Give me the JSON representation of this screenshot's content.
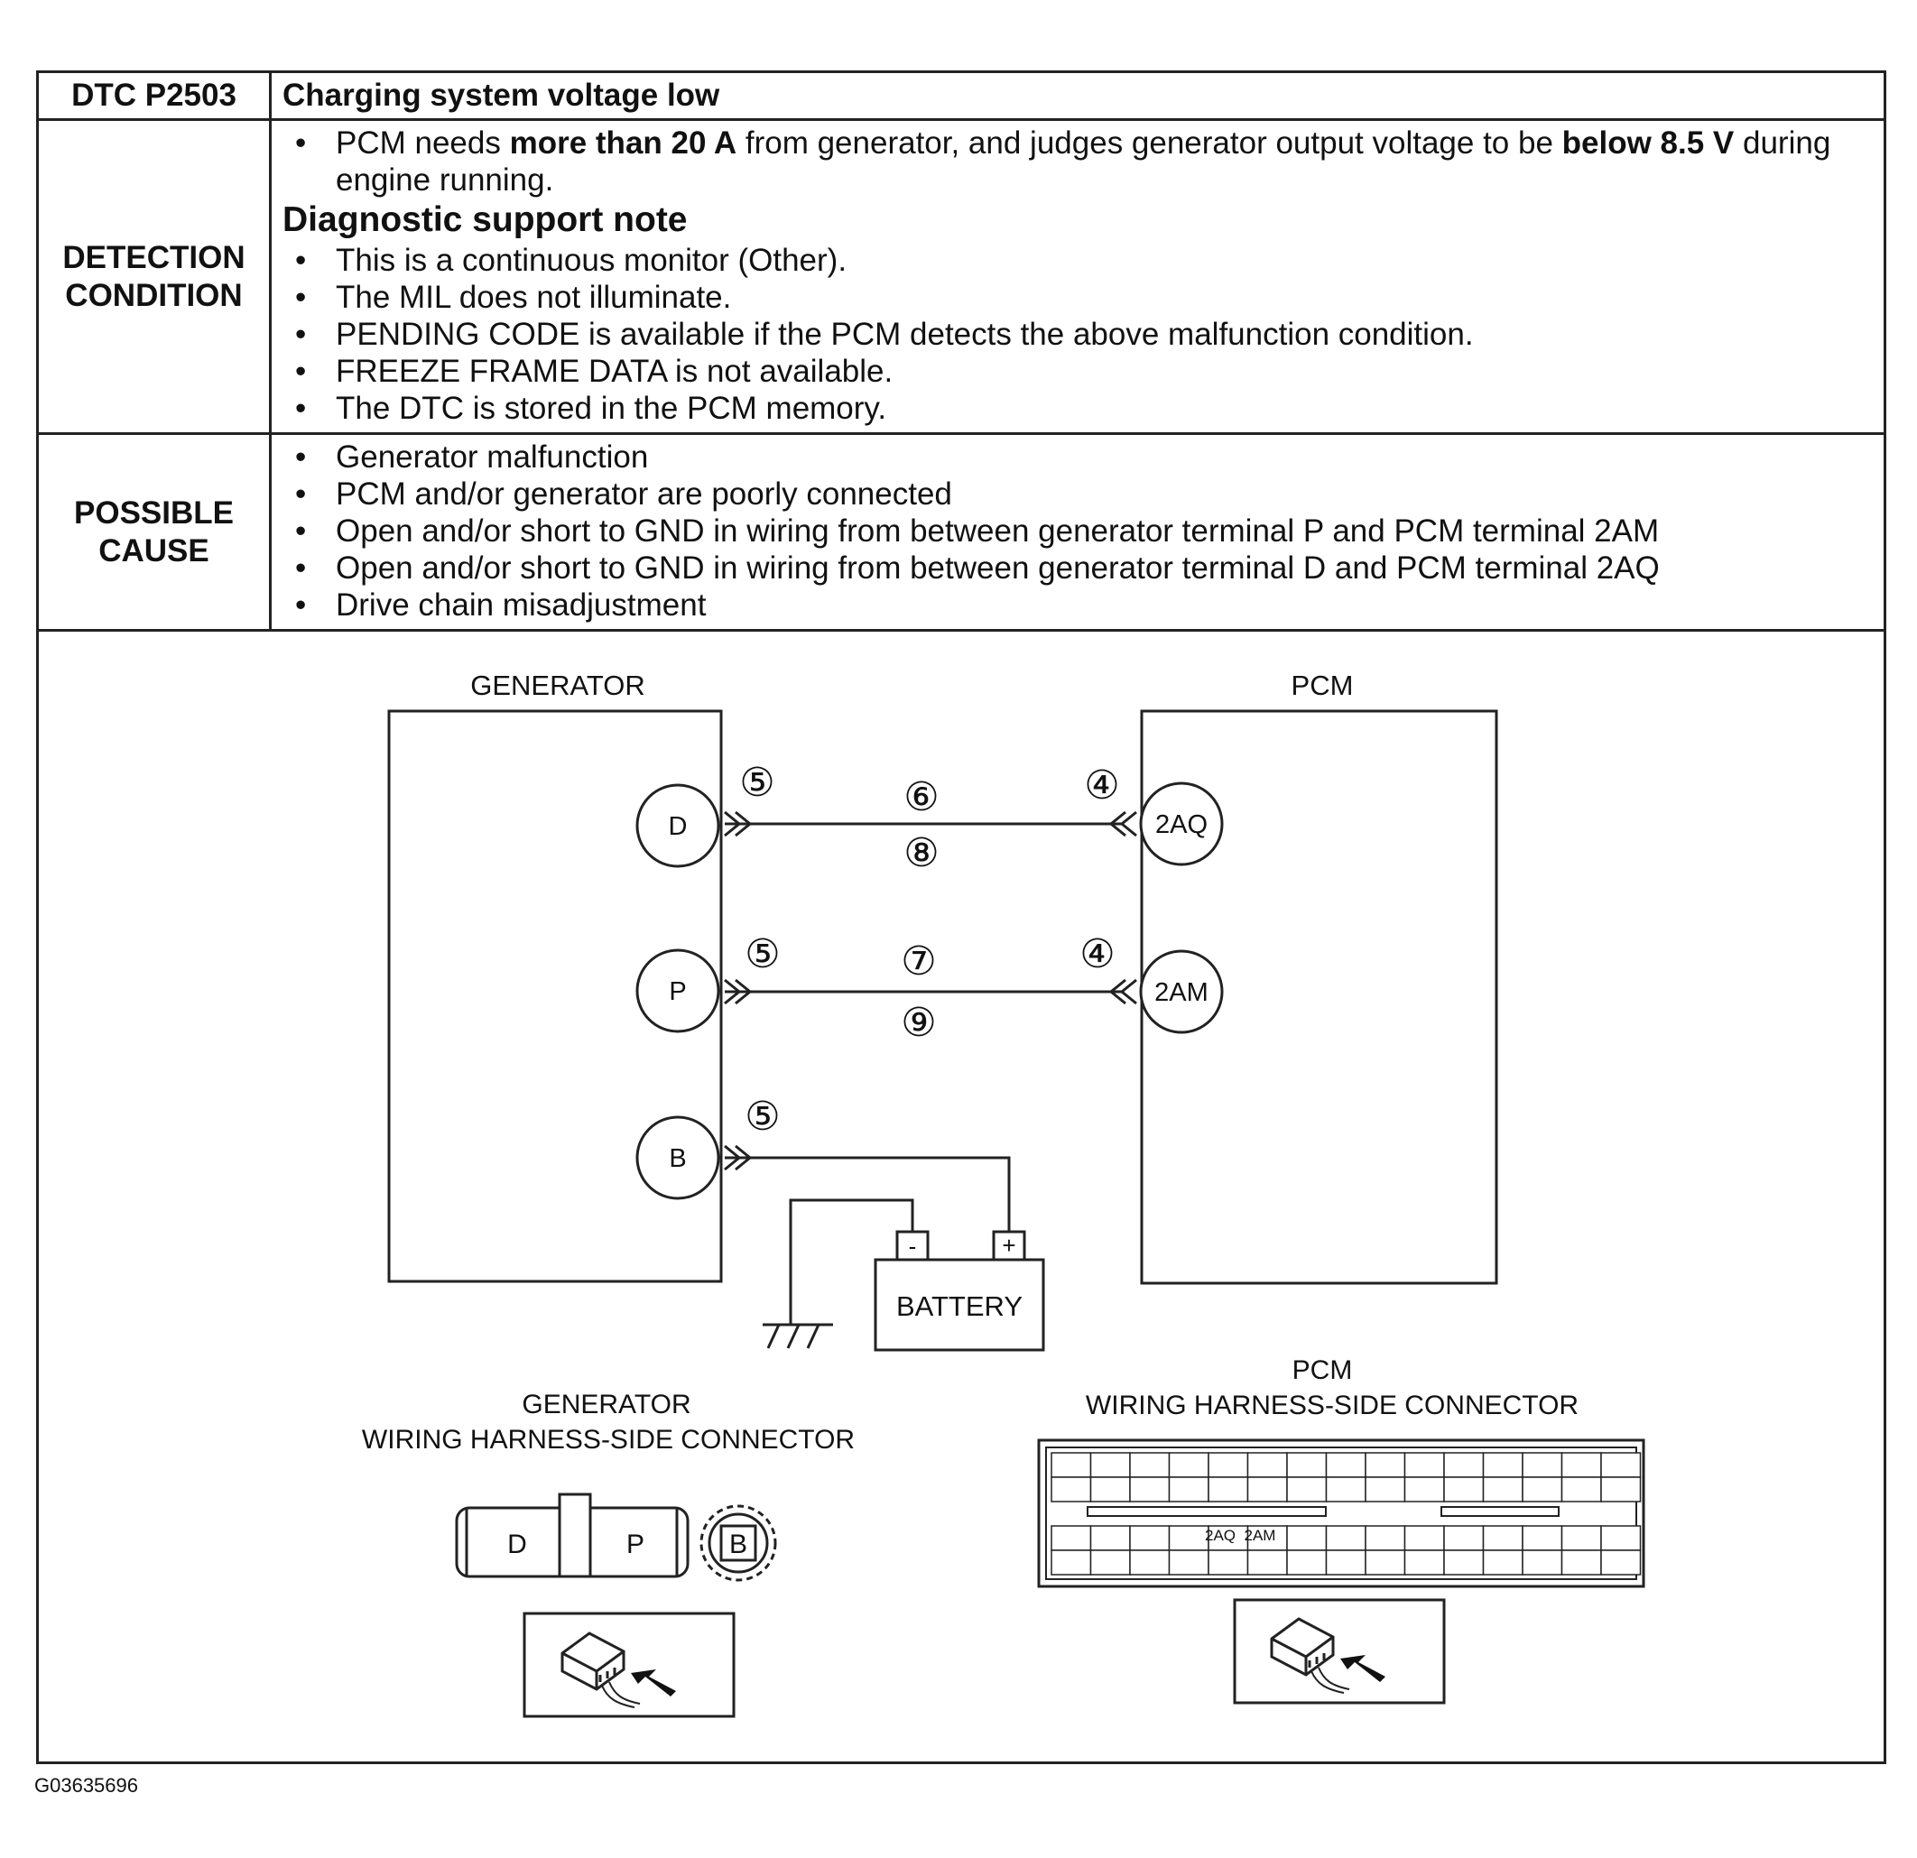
{
  "header": {
    "code": "DTC P2503",
    "title": "Charging system voltage low"
  },
  "detection": {
    "label_line1": "DETECTION",
    "label_line2": "CONDITION",
    "p1_a": "PCM needs ",
    "p1_b": "more than 20 A",
    "p1_c": " from generator, and judges generator output voltage to be ",
    "p1_d": "below 8.5 V",
    "p1_e": " during engine running.",
    "note_title": "Diagnostic support note",
    "notes": [
      "This is a continuous monitor (Other).",
      "The MIL does not illuminate.",
      "PENDING CODE is available if the PCM detects the above malfunction condition.",
      "FREEZE FRAME DATA is not available.",
      "The DTC is stored in the PCM memory."
    ]
  },
  "possible_cause": {
    "label_line1": "POSSIBLE",
    "label_line2": "CAUSE",
    "items": [
      "Generator malfunction",
      "PCM and/or generator are poorly connected",
      "Open and/or short to GND in wiring from between generator terminal P and PCM terminal 2AM",
      "Open and/or short to GND in wiring from between generator terminal D and PCM terminal 2AQ",
      "Drive chain misadjustment"
    ]
  },
  "diagram": {
    "generator_label": "GENERATOR",
    "pcm_label": "PCM",
    "terminal_d": "D",
    "terminal_p": "P",
    "terminal_b": "B",
    "terminal_2aq": "2AQ",
    "terminal_2am": "2AM",
    "step_5": "⑤",
    "step_4": "④",
    "step_6": "⑥",
    "step_7": "⑦",
    "step_8": "⑧",
    "step_9": "⑨",
    "battery_label": "BATTERY",
    "battery_neg": "-",
    "battery_pos": "+",
    "gen_connector_line1": "GENERATOR",
    "gen_connector_line2": "WIRING HARNESS-SIDE CONNECTOR",
    "pcm_connector_line1": "PCM",
    "pcm_connector_line2": "WIRING HARNESS-SIDE CONNECTOR",
    "conn_d": "D",
    "conn_p": "P",
    "conn_b": "B",
    "conn_2aq": "2AQ",
    "conn_2am": "2AM"
  },
  "footer": {
    "doc_id": "G03635696"
  }
}
